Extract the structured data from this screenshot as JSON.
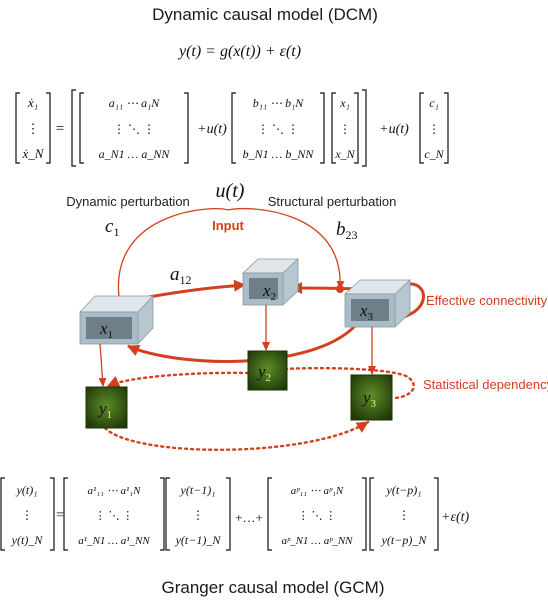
{
  "titles": {
    "dcm": "Dynamic causal model (DCM)",
    "gcm": "Granger causal model (GCM)"
  },
  "labels": {
    "dynamic_perturbation": "Dynamic perturbation",
    "structural_perturbation": "Structural perturbation",
    "input": "Input",
    "effective_connectivity": "Effective connectivity",
    "statistical_dependency": "Statistical dependency"
  },
  "symbols": {
    "u_t": "u(t)",
    "c1": "c",
    "c1_sub": "1",
    "b23": "b",
    "b23_sub": "23",
    "a12": "a",
    "a12_sub": "12",
    "x1": "x",
    "x1_sub": "1",
    "x2": "x",
    "x2_sub": "2",
    "x3": "x",
    "x3_sub": "3",
    "y1": "y",
    "y1_sub": "1",
    "y2": "y",
    "y2_sub": "2",
    "y3": "y",
    "y3_sub": "3"
  },
  "equations": {
    "observation": "y(t) = g(x(t)) + ε(t)",
    "dcm_lhs": [
      "ẋ₁",
      "⋮",
      "ẋ_N"
    ],
    "dcm_A": [
      "a₁₁ ⋯ a₁N",
      "⋮ ⋱ ⋮",
      "a_N1 … a_NN"
    ],
    "dcm_B": [
      "b₁₁ ⋯ b₁N",
      "⋮ ⋱ ⋮",
      "b_N1 … b_NN"
    ],
    "dcm_x": [
      "x₁",
      "⋮",
      "x_N"
    ],
    "dcm_C": [
      "c₁",
      "⋮",
      "c_N"
    ],
    "dcm_ut": "+u(t)",
    "gcm_lhs": [
      "y(t)₁",
      "⋮",
      "y(t)_N"
    ],
    "gcm_A1": [
      "a¹₁₁ ⋯ a¹₁N",
      "⋮ ⋱ ⋮",
      "a¹_N1 … a¹_NN"
    ],
    "gcm_y1": [
      "y(t−1)₁",
      "⋮",
      "y(t−1)_N"
    ],
    "gcm_dots": "+…+",
    "gcm_Ap": [
      "aᵖ₁₁ ⋯ aᵖ₁N",
      "⋮ ⋱ ⋮",
      "aᵖ_N1 … aᵖ_NN"
    ],
    "gcm_yp": [
      "y(t−p)₁",
      "⋮",
      "y(t−p)_N"
    ],
    "gcm_eps": "+ε(t)"
  },
  "colors": {
    "arrow_red": "#d2401e",
    "box_face": "#a9bcc7",
    "box_side": "#c9d6dd",
    "green_dark": "#2c4a12",
    "green_light": "#5e8a2a",
    "green_text": "#e6ef86"
  }
}
